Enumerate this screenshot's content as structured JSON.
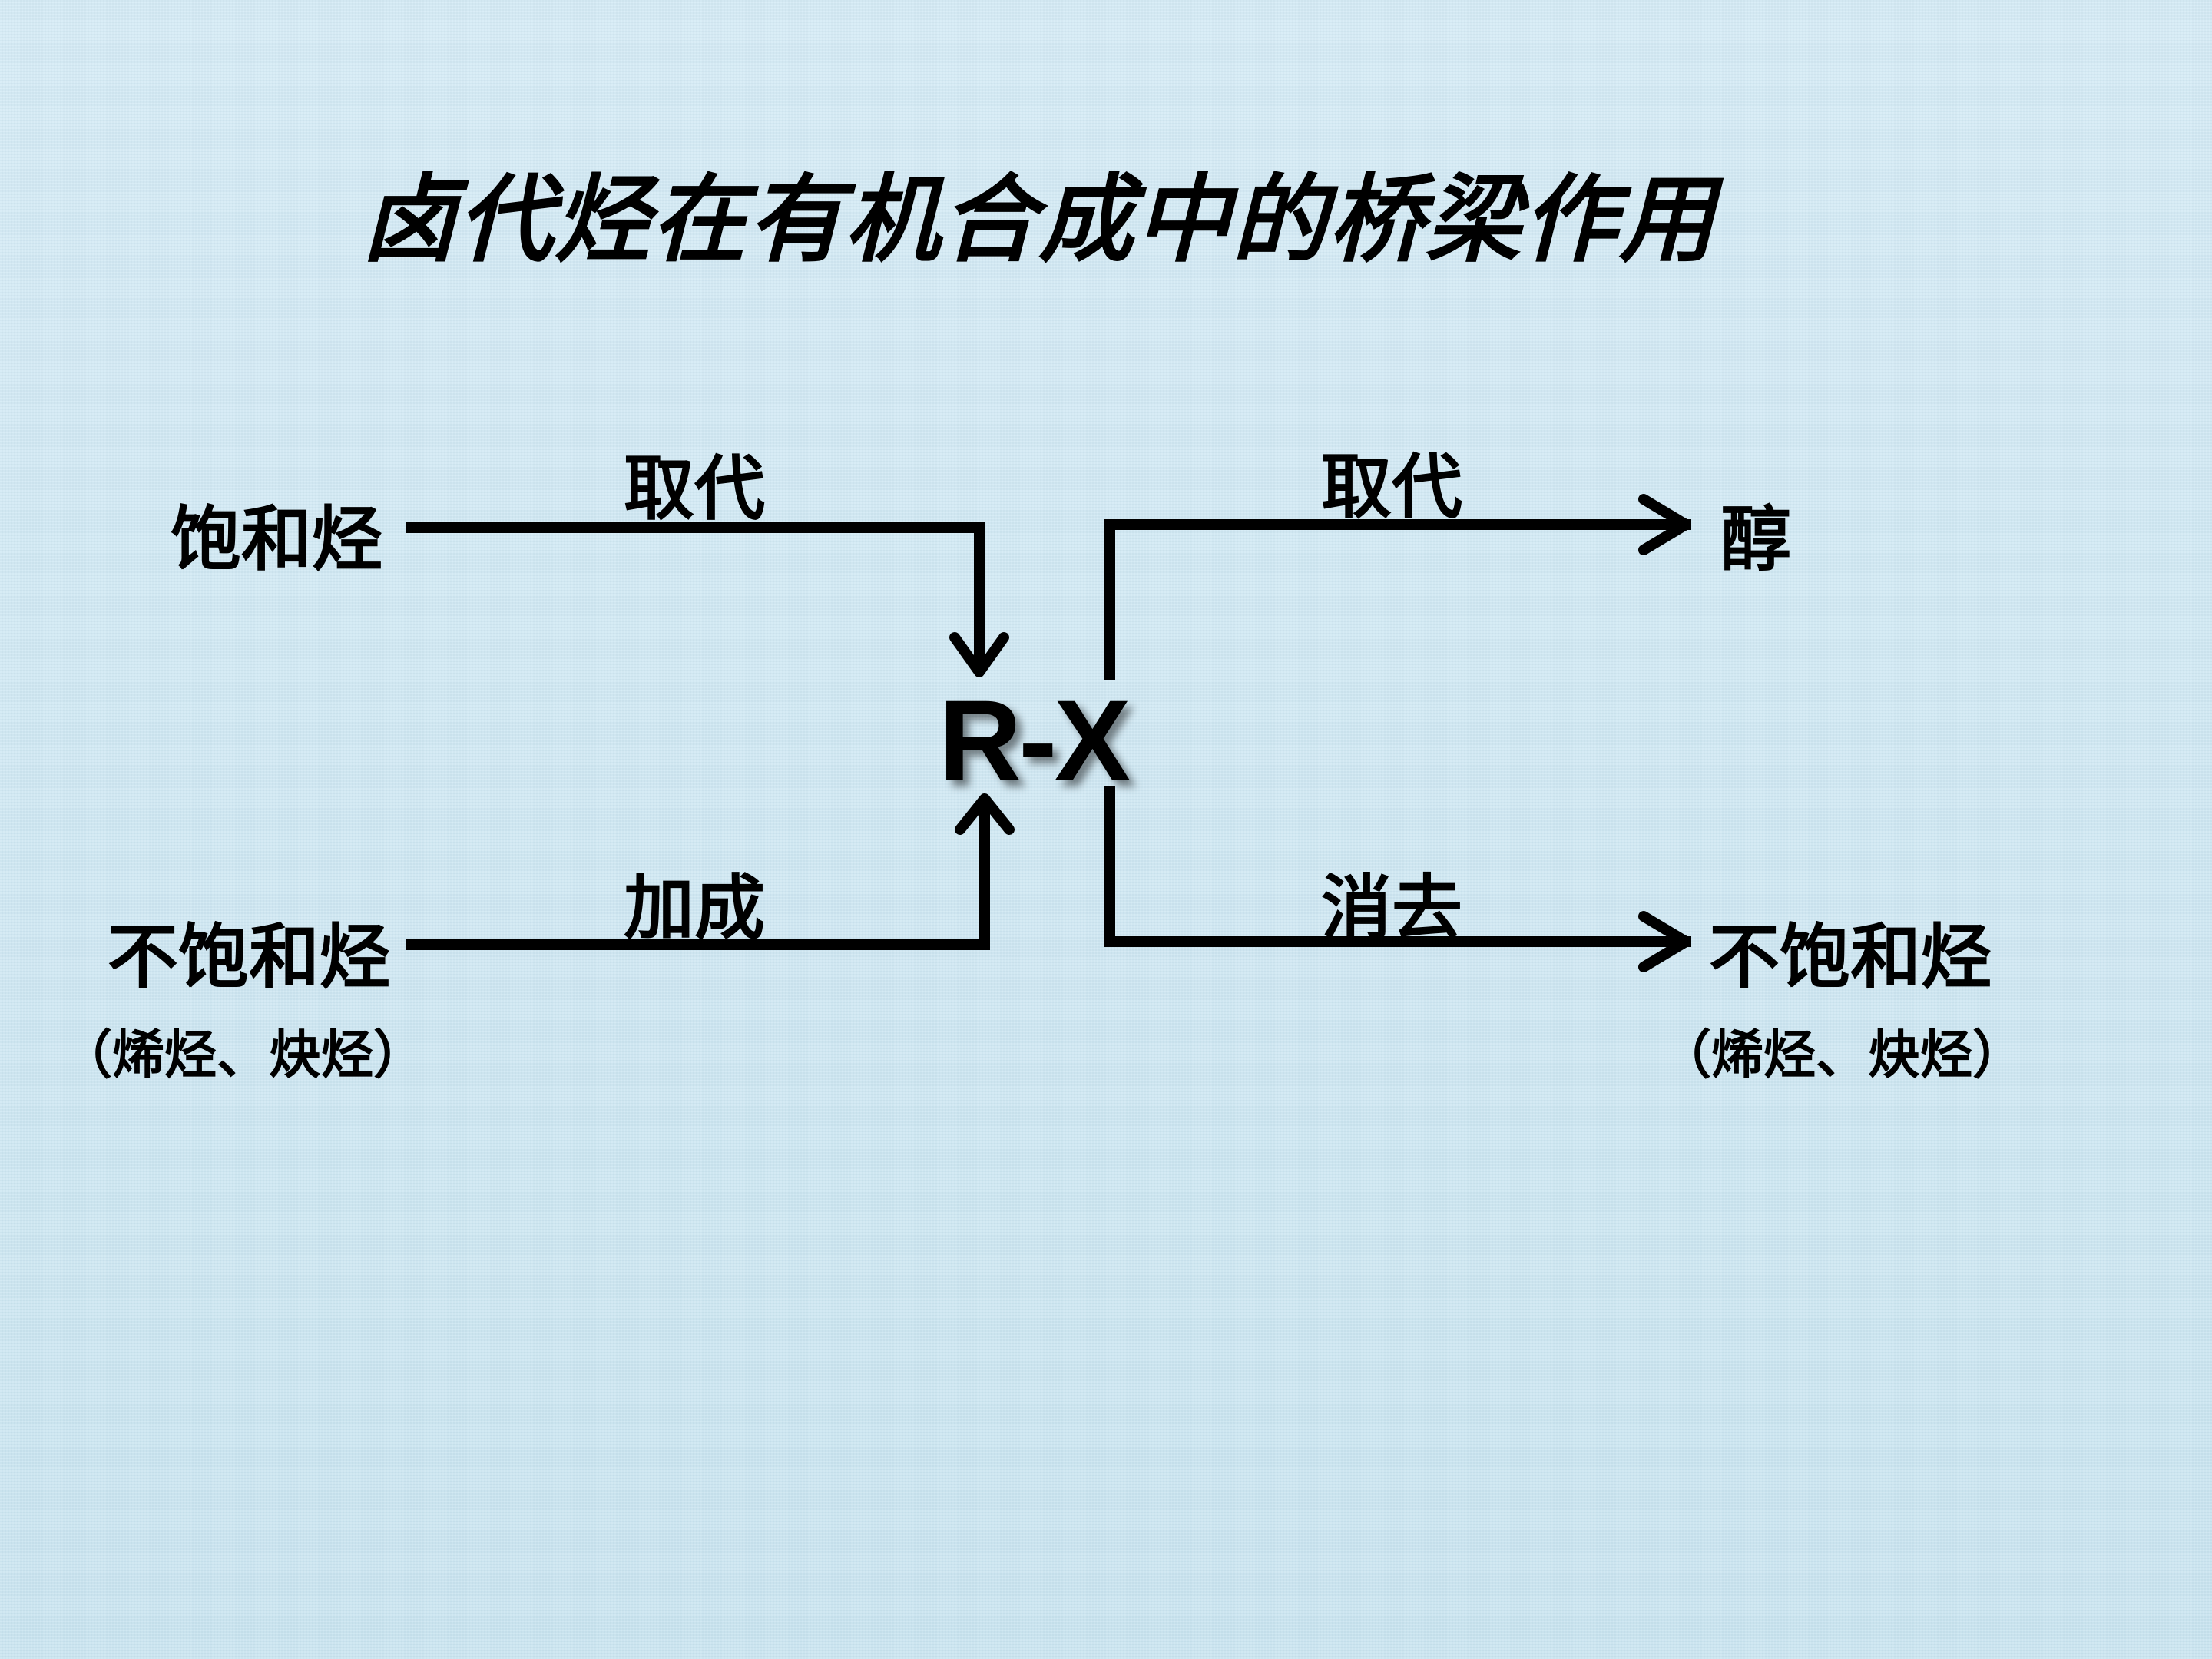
{
  "title": "卤代烃在有机合成中的桥梁作用",
  "center": "R-X",
  "left_top": {
    "label": "饱和烃",
    "edge": "取代"
  },
  "left_bottom": {
    "label": "不饱和烃",
    "note": "（烯烃、炔烃）",
    "edge": "加成"
  },
  "right_top": {
    "label": "醇",
    "edge": "取代"
  },
  "right_bottom": {
    "label": "不饱和烃",
    "note": "（烯烃、炔烃）",
    "edge": "消去"
  },
  "colors": {
    "background": "#cfe8f3",
    "line": "#000000"
  }
}
